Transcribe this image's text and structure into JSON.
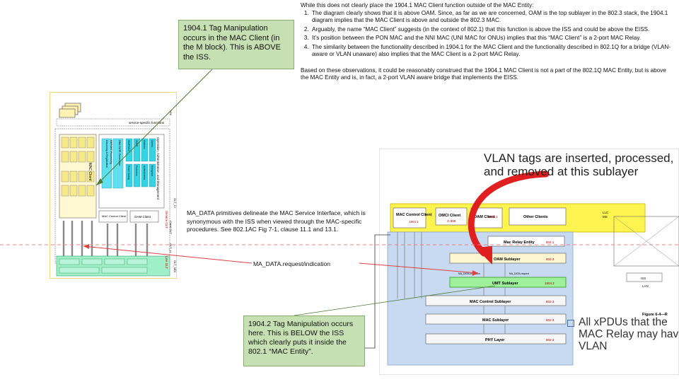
{
  "callout_top": "1904.1 Tag Manipulation occurs in the MAC Client (in the M block). This is ABOVE the ISS.",
  "callout_bottom": "1904.2 Tag Manipulation occurs here. This is BELOW the ISS which clearly puts it inside the 802.1 “MAC Entity”.",
  "right_text": {
    "intro": "While this does not clearly place the 1904.1 MAC Client function outside of the MAC Entity:",
    "points": [
      "The diagram clearly shows that it is above OAM. Since, as far as we are concerned, OAM is the top sublayer in the 802.3 stack, the 1904.1 diagram implies that the MAC Client is above and outside the 802.3 MAC.",
      "Arguably, the name “MAC Client” suggests (in the context of 802.1) that this function is above the ISS and could be above the EISS.",
      "It’s position between the PON MAC and the NNI MAC (UNI MAC for ONUs) implies that this “MAC Client” is a 2-port MAC Relay.",
      "The similarity between the functionality described in 1904.1 for the MAC Client and the functionality described in 802.1Q for a bridge (VLAN-aware or VLAN unaware) also implies that the MAC Client is a 2-port MAC Relay."
    ],
    "conclusion": "Based on these observations, it could be reasonably construed that the 1904.1 MAC Client is not a part of the 802.1Q MAC Entity, but is above the MAC Entity and is, in fact, a 2-port VLAN aware bridge that implements the EISS."
  },
  "mid_text": "MA_DATA primitives delineate the MAC Service Interface, which is synonymous with the ISS when viewed through the MAC-specific procedures. See 802.1AC Fig 7-1, clause 11.1 and 13.1.",
  "primitive_label": "MA_DATA.request/indication",
  "left_diagram": {
    "service_specific": "service-specific functions",
    "mac_client": "MAC Client",
    "oam_mgmt": "Operation, Administration, and Management",
    "disc_reg": "Discovery & Registration",
    "report_proc": "REPORT Processing",
    "dba": "DBA GATE Generation",
    "mac_control_client": "MAC Control Client",
    "oam_client": "OAM Client",
    "service_olt": "Service OLT",
    "client_olt": "Client OLT",
    "line_olt": "Line OLT",
    "boxes": [
      "IGMP/MLD",
      "SNMP",
      "Statistics",
      "Alarms",
      "Power Saving",
      "Protection",
      "Authentication",
      "Encryption"
    ],
    "side_labels": [
      "NNI",
      "OLT_CI",
      "OLT_LI",
      "OLT_MDI"
    ]
  },
  "right_diagram": {
    "vlan_text": "VLAN tags are inserted, processed, and removed at this sublayer",
    "omci_client": "OMCI Client",
    "g988": "G.988",
    "mac_control_client": "MAC Control Client",
    "mac_control_client_ref": "1904.1",
    "oam_client": "OAM Client",
    "oam_client_ref": "1904.1",
    "other_clients": "Other Clients",
    "mac_relay": "Mac Relay Entity",
    "mac_relay_ref": "802.1",
    "oam_sublayer": "OAM Sublayer",
    "oam_sublayer_ref": "802.3",
    "unmi_sublayer": "UMT Sublayer",
    "unmi_sublayer_ref": "1904.2",
    "mac_control_sublayer": "MAC Control Sublayer",
    "mac_control_sublayer_ref": "802.3",
    "mac_sublayer": "MAC Sublayer",
    "mac_sublayer_ref": "802.3",
    "phy_layer": "PHY Layer",
    "phy_layer_ref": "802.3",
    "ma_data_ind": "MA_DATA.indication",
    "ma_data_req": "MA_DATA.request",
    "llc": "LLC",
    "ms": "MS",
    "iss": "ISS",
    "lan": "LAN",
    "figure_label": "Figure 6-4—R",
    "bullet": "All xPDUs that the MAC Relay may have VLAN"
  }
}
